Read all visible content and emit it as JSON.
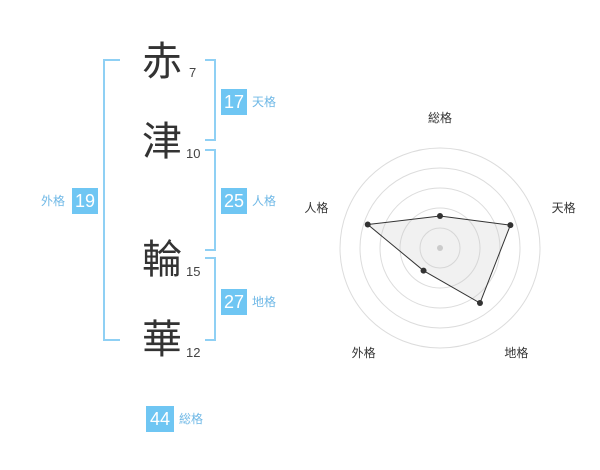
{
  "name": {
    "chars": [
      {
        "kanji": "赤",
        "strokes": "7"
      },
      {
        "kanji": "津",
        "strokes": "10"
      },
      {
        "kanji": "輪",
        "strokes": "15"
      },
      {
        "kanji": "華",
        "strokes": "12"
      }
    ]
  },
  "fortunes": {
    "tenkaku": {
      "value": "17",
      "label": "天格"
    },
    "jinkaku": {
      "value": "25",
      "label": "人格"
    },
    "chikaku": {
      "value": "27",
      "label": "地格"
    },
    "gaikaku": {
      "value": "19",
      "label": "外格"
    },
    "soukaku": {
      "value": "44",
      "label": "総格"
    }
  },
  "chart_data": {
    "type": "radar",
    "axes": [
      "総格",
      "天格",
      "地格",
      "外格",
      "人格"
    ],
    "values": [
      1.6,
      3.7,
      3.4,
      1.4,
      3.8
    ],
    "max": 5,
    "rings": 5
  },
  "colors": {
    "accent": "#6fc6f3",
    "bracket": "#8fd0f4",
    "label": "#6fb8e6"
  }
}
